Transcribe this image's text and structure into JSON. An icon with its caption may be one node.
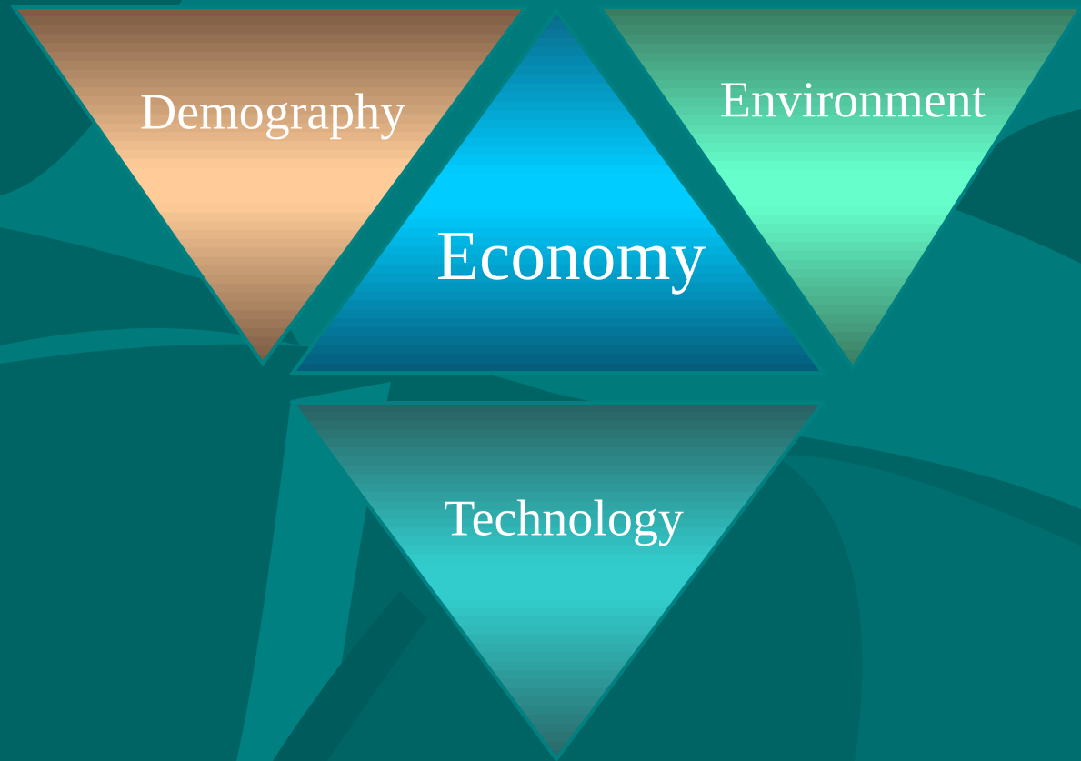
{
  "diagram": {
    "nodes": [
      {
        "text": [
          "Demography"
        ]
      },
      {
        "text": [
          "Economy"
        ]
      },
      {
        "text": [
          "Environment"
        ]
      },
      {
        "text": [
          "Technology"
        ]
      }
    ]
  }
}
